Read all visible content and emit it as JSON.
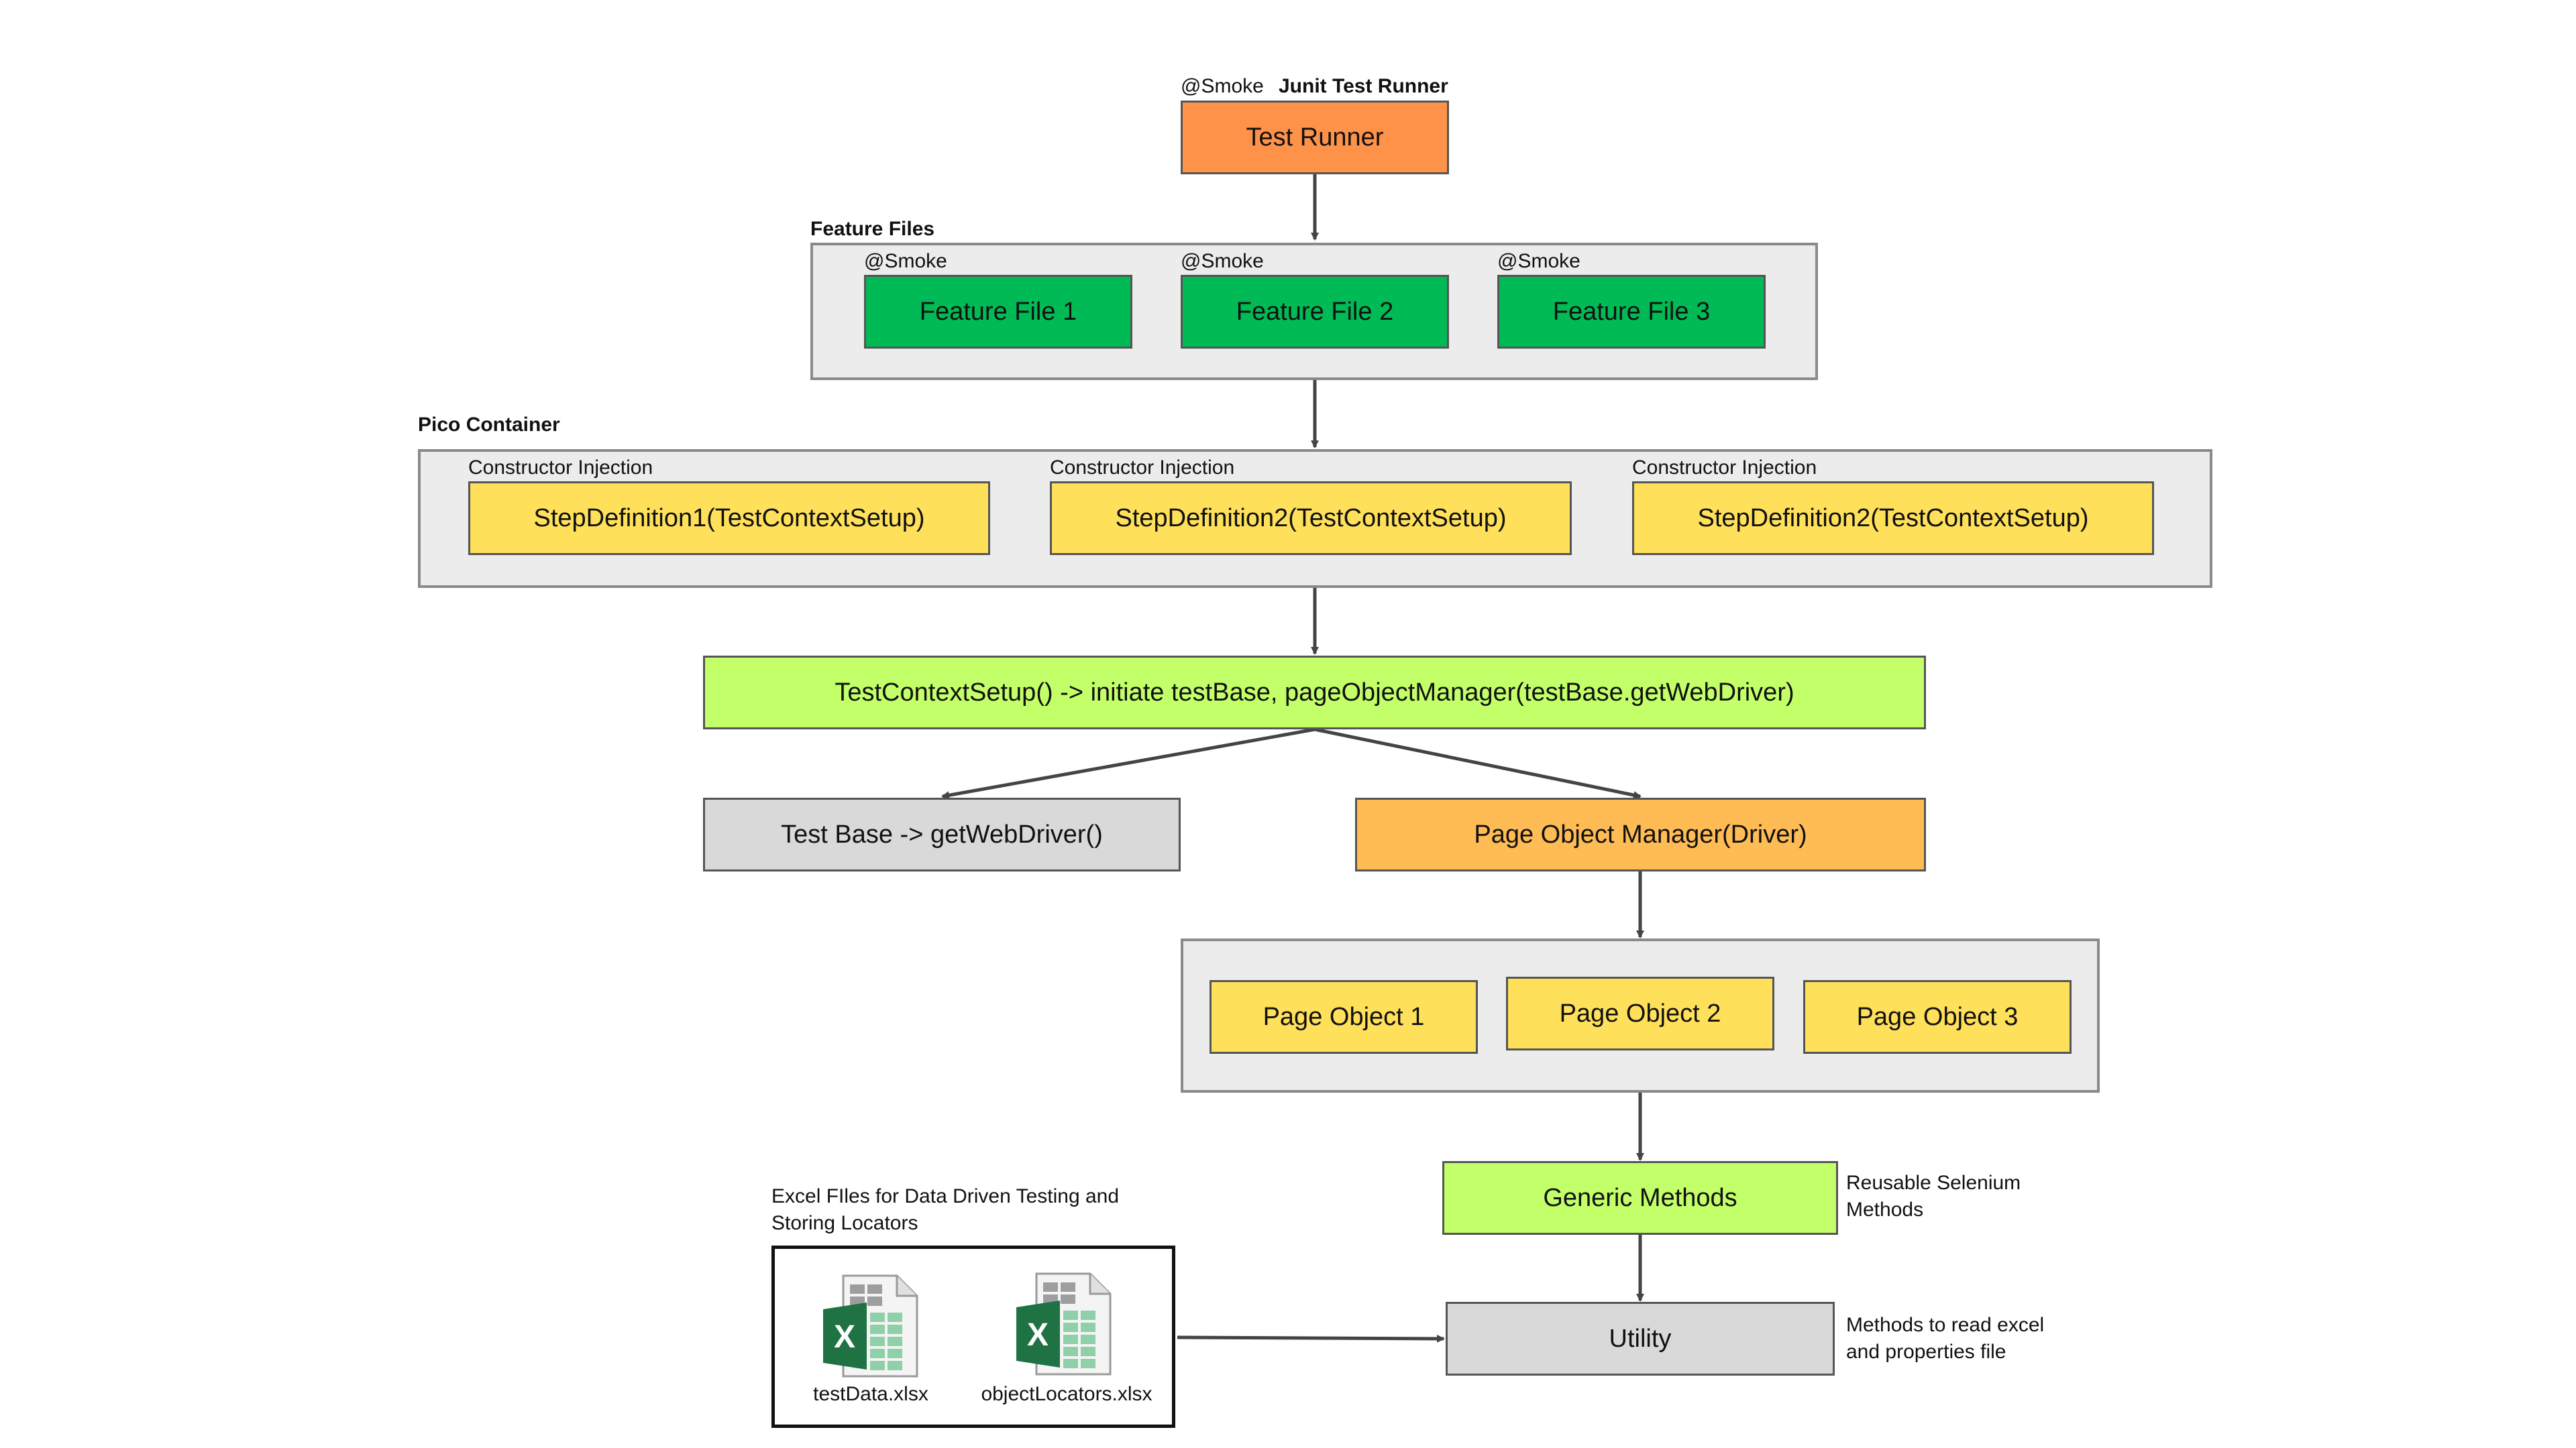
{
  "runner": {
    "tag": "@Smoke",
    "heading": "Junit Test Runner",
    "box": "Test Runner"
  },
  "features": {
    "group_title": "Feature Files",
    "items": [
      {
        "tag": "@Smoke",
        "label": "Feature File 1"
      },
      {
        "tag": "@Smoke",
        "label": "Feature File 2"
      },
      {
        "tag": "@Smoke",
        "label": "Feature File 3"
      }
    ]
  },
  "pico": {
    "group_title": "Pico Container",
    "items": [
      {
        "caption": "Constructor Injection",
        "label": "StepDefinition1(TestContextSetup)"
      },
      {
        "caption": "Constructor Injection",
        "label": "StepDefinition2(TestContextSetup)"
      },
      {
        "caption": "Constructor Injection",
        "label": "StepDefinition2(TestContextSetup)"
      }
    ]
  },
  "context_setup": "TestContextSetup() -> initiate testBase, pageObjectManager(testBase.getWebDriver)",
  "test_base": "Test Base -> getWebDriver()",
  "page_object_manager": "Page Object Manager(Driver)",
  "page_objects": [
    "Page Object 1",
    "Page Object 2",
    "Page Object 3"
  ],
  "generic_methods": {
    "label": "Generic Methods",
    "note_line1": "Reusable Selenium",
    "note_line2": "Methods"
  },
  "utility": {
    "label": "Utility",
    "note_line1": "Methods to read excel",
    "note_line2": "and properties file"
  },
  "excel": {
    "caption_line1": "Excel FIles for Data Driven Testing and",
    "caption_line2": "Storing Locators",
    "files": [
      "testData.xlsx",
      "objectLocators.xlsx"
    ],
    "icon": "excel-file-icon"
  },
  "colors": {
    "orange": "#ff9249",
    "green": "#00bb55",
    "yellow": "#ffe05a",
    "lime": "#c2ff69",
    "gray": "#d9d9d9",
    "light_orange": "#ffbc55",
    "group_bg": "#ececec",
    "excel_green": "#1f7244"
  }
}
